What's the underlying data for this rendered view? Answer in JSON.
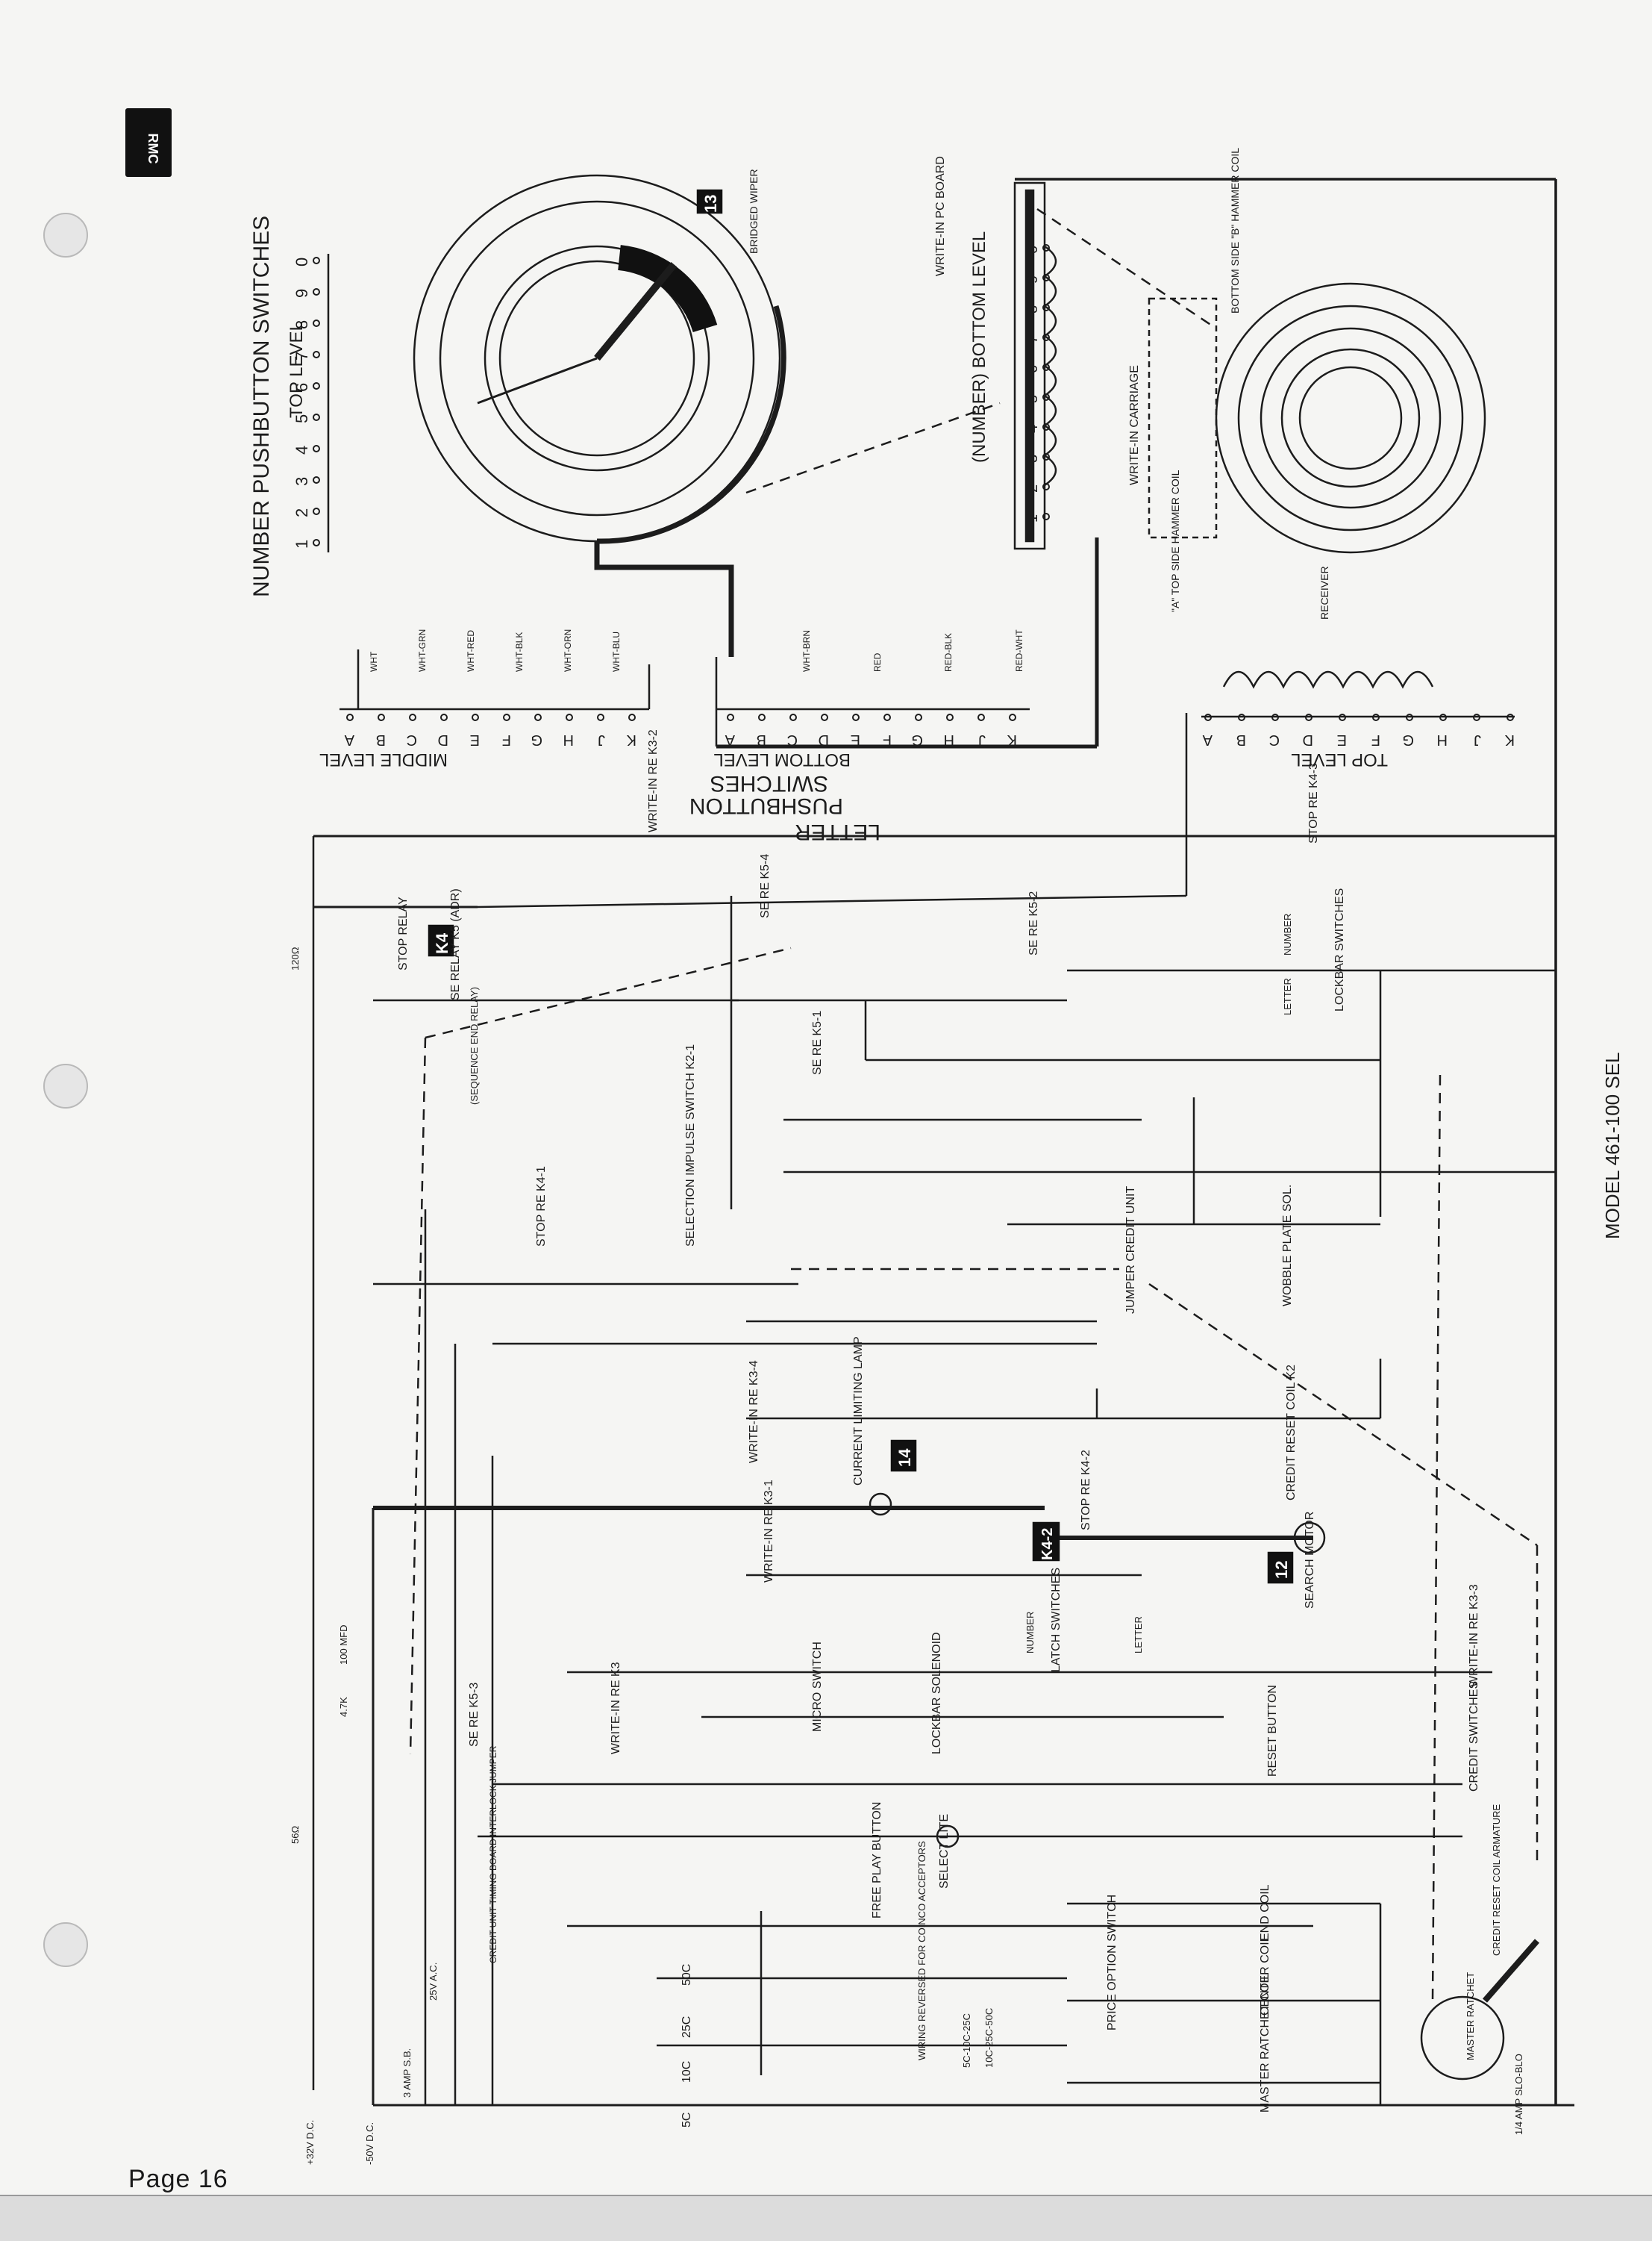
{
  "page": {
    "page_number": "Page 16",
    "logo_text": "RMC",
    "model": "MODEL 461-100 SEL"
  },
  "titles": {
    "number_pushbutton": "NUMBER PUSHBUTTON SWITCHES",
    "letter_pushbutton_1": "LETTER",
    "letter_pushbutton_2": "PUSHBUTTON",
    "letter_pushbutton_3": "SWITCHES",
    "top_level": "TOP LEVEL",
    "middle_level": "MIDDLE LEVEL",
    "bottom_level": "BOTTOM LEVEL",
    "number_bottom_level": "(NUMBER) BOTTOM LEVEL",
    "letter_top_level": "TOP LEVEL",
    "write_in_pc_board": "WRITE-IN PC BOARD",
    "write_in_carriage": "WRITE-IN CARRIAGE",
    "bridged_wiper": "BRIDGED WIPER",
    "bottom_side_hammer": "BOTTOM SIDE \"B\" HAMMER COIL",
    "top_side_hammer": "\"A\" TOP SIDE HAMMER COIL",
    "receiver": "RECEIVER"
  },
  "callouts": {
    "c13": "13",
    "c14": "14",
    "c12": "12",
    "k4": "K4",
    "k42": "K4-2"
  },
  "number_keys": [
    "1",
    "2",
    "3",
    "4",
    "5",
    "6",
    "7",
    "8",
    "9",
    "0"
  ],
  "letter_keys": [
    "A",
    "B",
    "C",
    "D",
    "E",
    "F",
    "G",
    "H",
    "J",
    "K"
  ],
  "wire_colors_top": [
    "WHT",
    "WHT-GRN",
    "WHT-RED",
    "WHT-BLK",
    "WHT-ORN",
    "WHT-BLU",
    "WHT-BRN",
    "RED",
    "RED-BLK",
    "RED-WHT"
  ],
  "components": {
    "stop_relay": "STOP RELAY",
    "se_relay": "SE RELAY K5 (ADR)",
    "sequence_end": "(SEQUENCE END RELAY)",
    "write_in_k32": "WRITE-IN RE K3-2",
    "stop_re_k43": "STOP RE K4-3",
    "se_re_k54": "SE RE K5-4",
    "se_re_k52": "SE RE K5-2",
    "se_re_k51": "SE RE K5-1",
    "lockbar": "LOCKBAR SWITCHES",
    "number": "NUMBER",
    "letter": "LETTER",
    "selection_impulse": "SELECTION IMPULSE SWITCH K2-1",
    "stop_re_k41": "STOP RE K4-1",
    "jumper_credit": "JUMPER CREDIT UNIT",
    "wobble_plate": "WOBBLE PLATE SOL.",
    "write_in_k34": "WRITE-IN RE K3-4",
    "current_limiting": "CURRENT LIMITING LAMP",
    "credit_reset": "CREDIT RESET COIL K2",
    "stop_re_k42": "STOP RE K4-2",
    "search_motor": "SEARCH MOTOR",
    "write_in_k31": "WRITE-IN RE K3-1",
    "latch_switches": "LATCH SWITCHES",
    "write_in_k33": "WRITE-IN RE K3-3",
    "micro_switch": "MICRO SWITCH",
    "lockbar_solenoid": "LOCKBAR SOLENOID",
    "write_in_k3": "WRITE-IN RE K3",
    "reset_button": "RESET BUTTON",
    "credit_switches": "CREDIT SWITCHES",
    "se_re_k53": "SE RE K5-3",
    "select_lite": "SELECT LITE",
    "credit_unit_jumper": "CREDIT UNIT TIMING BOARD INTERLOCK JUMPER",
    "free_play": "FREE PLAY BUTTON",
    "price_option": "PRICE OPTION SWITCH",
    "wiring_reversed": "WIRING REVERSED FOR COINCO ACCEPTORS",
    "price_codes_1": "5C-10C-25C",
    "price_codes_2": "10C-25C-50C",
    "end_coil": "END COIL",
    "center_coil": "CENTER COIL",
    "master_ratchet_coil": "MASTER RATCHET COIL",
    "credit_reset_coil_armature": "CREDIT RESET COIL ARMATURE",
    "master_ratchet": "MASTER RATCHET",
    "fuse_sb": "1/4 AMP SLO-BLO",
    "fuse_3a": "3 AMP S.B.",
    "v_plus": "+32V D.C.",
    "v_minus": "-50V D.C.",
    "v_25": "25V A.C.",
    "coin_50": "50C",
    "coin_25": "25C",
    "coin_10": "10C",
    "coin_5": "5C",
    "cap_100": "100 MFD",
    "res_47": "4.7K",
    "res_120": "120Ω",
    "res_56": "56Ω"
  },
  "colors": {
    "ink": "#1c1c1c",
    "paper": "#f5f5f3",
    "strip": "#dcdcdc"
  }
}
